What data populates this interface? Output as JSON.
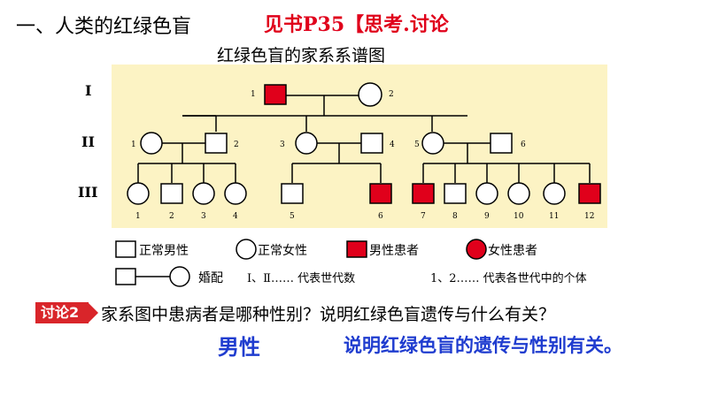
{
  "header": {
    "title": "一、人类的红绿色盲",
    "reference": "见书P35【思考.讨论"
  },
  "pedigree": {
    "title": "红绿色盲的家系系谱图",
    "generations": [
      "I",
      "II",
      "III"
    ],
    "numbers": {
      "g1": [
        "1",
        "2"
      ],
      "g2": [
        "1",
        "2",
        "3",
        "4",
        "5",
        "6"
      ],
      "g3": [
        "1",
        "2",
        "3",
        "4",
        "5",
        "6",
        "7",
        "8",
        "9",
        "10",
        "11",
        "12"
      ]
    }
  },
  "legend": {
    "normal_male": "正常男性",
    "normal_female": "正常女性",
    "affected_male": "男性患者",
    "affected_female": "女性患者",
    "marriage": "婚配",
    "generation_note": "Ⅰ、Ⅱ…… 代表世代数",
    "individual_note": "1、2…… 代表各世代中的个体"
  },
  "discussion": {
    "badge": "讨论2",
    "question": "家系图中患病者是哪种性别？说明红绿色盲遗传与什么有关？",
    "answer_gender": "男性",
    "answer_conclusion": "说明红绿色盲的遗传与性别有关。"
  },
  "colors": {
    "affected": "#e0001b",
    "panel": "#fcf3c4",
    "answer": "#1f3ccf"
  }
}
